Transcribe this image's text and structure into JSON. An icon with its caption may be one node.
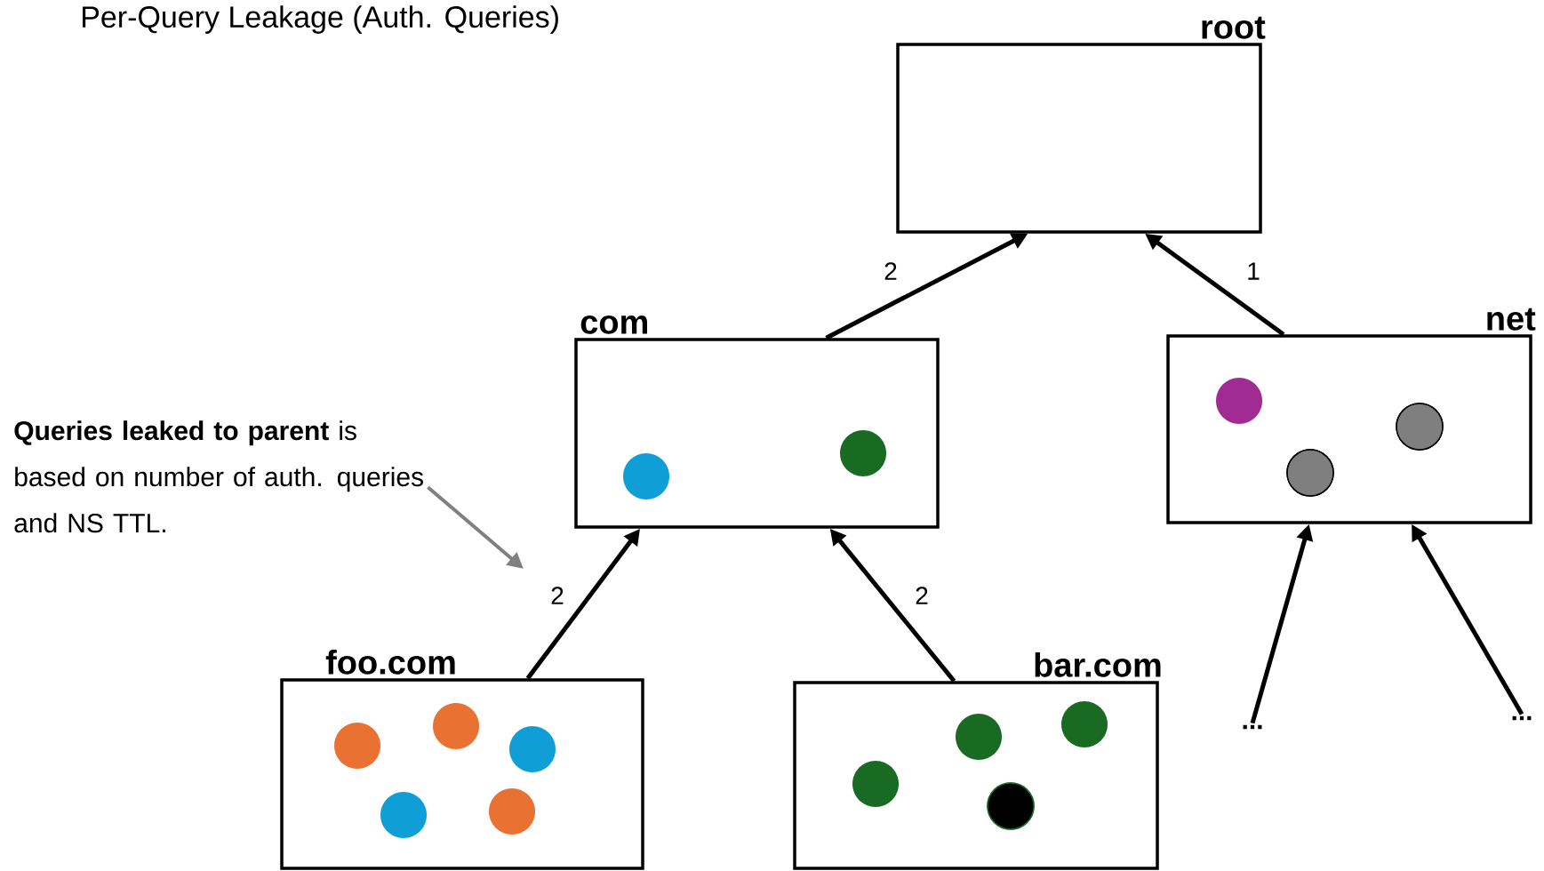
{
  "diagram": {
    "title": "Per-Query Leakage (Auth. Queries)",
    "nodes": [
      {
        "text": [
          "root"
        ]
      },
      {
        "text": [
          "com"
        ]
      },
      {
        "text": [
          "net"
        ]
      },
      {
        "text": [
          "**Queries leaked to parent** is based on number of auth. queries and NS TTL."
        ]
      },
      {
        "text": [
          "foo.com"
        ]
      },
      {
        "text": [
          "bar.com"
        ]
      },
      {
        "text": [
          "..."
        ]
      },
      {
        "text": [
          "..."
        ]
      }
    ],
    "edges": [
      {
        "from": 1,
        "to": 0,
        "arrow": "to",
        "label": "2"
      },
      {
        "from": 2,
        "to": 0,
        "arrow": "to",
        "label": "1"
      },
      {
        "from": 4,
        "to": 1,
        "arrow": "to",
        "label": "2"
      },
      {
        "from": 5,
        "to": 1,
        "arrow": "to",
        "label": "2"
      },
      {
        "from": 6,
        "to": 2,
        "arrow": "to"
      },
      {
        "from": 7,
        "to": 2,
        "arrow": "to"
      },
      {
        "from": 3,
        "to": null,
        "arrow": "to",
        "color": "#808080"
      }
    ]
  }
}
